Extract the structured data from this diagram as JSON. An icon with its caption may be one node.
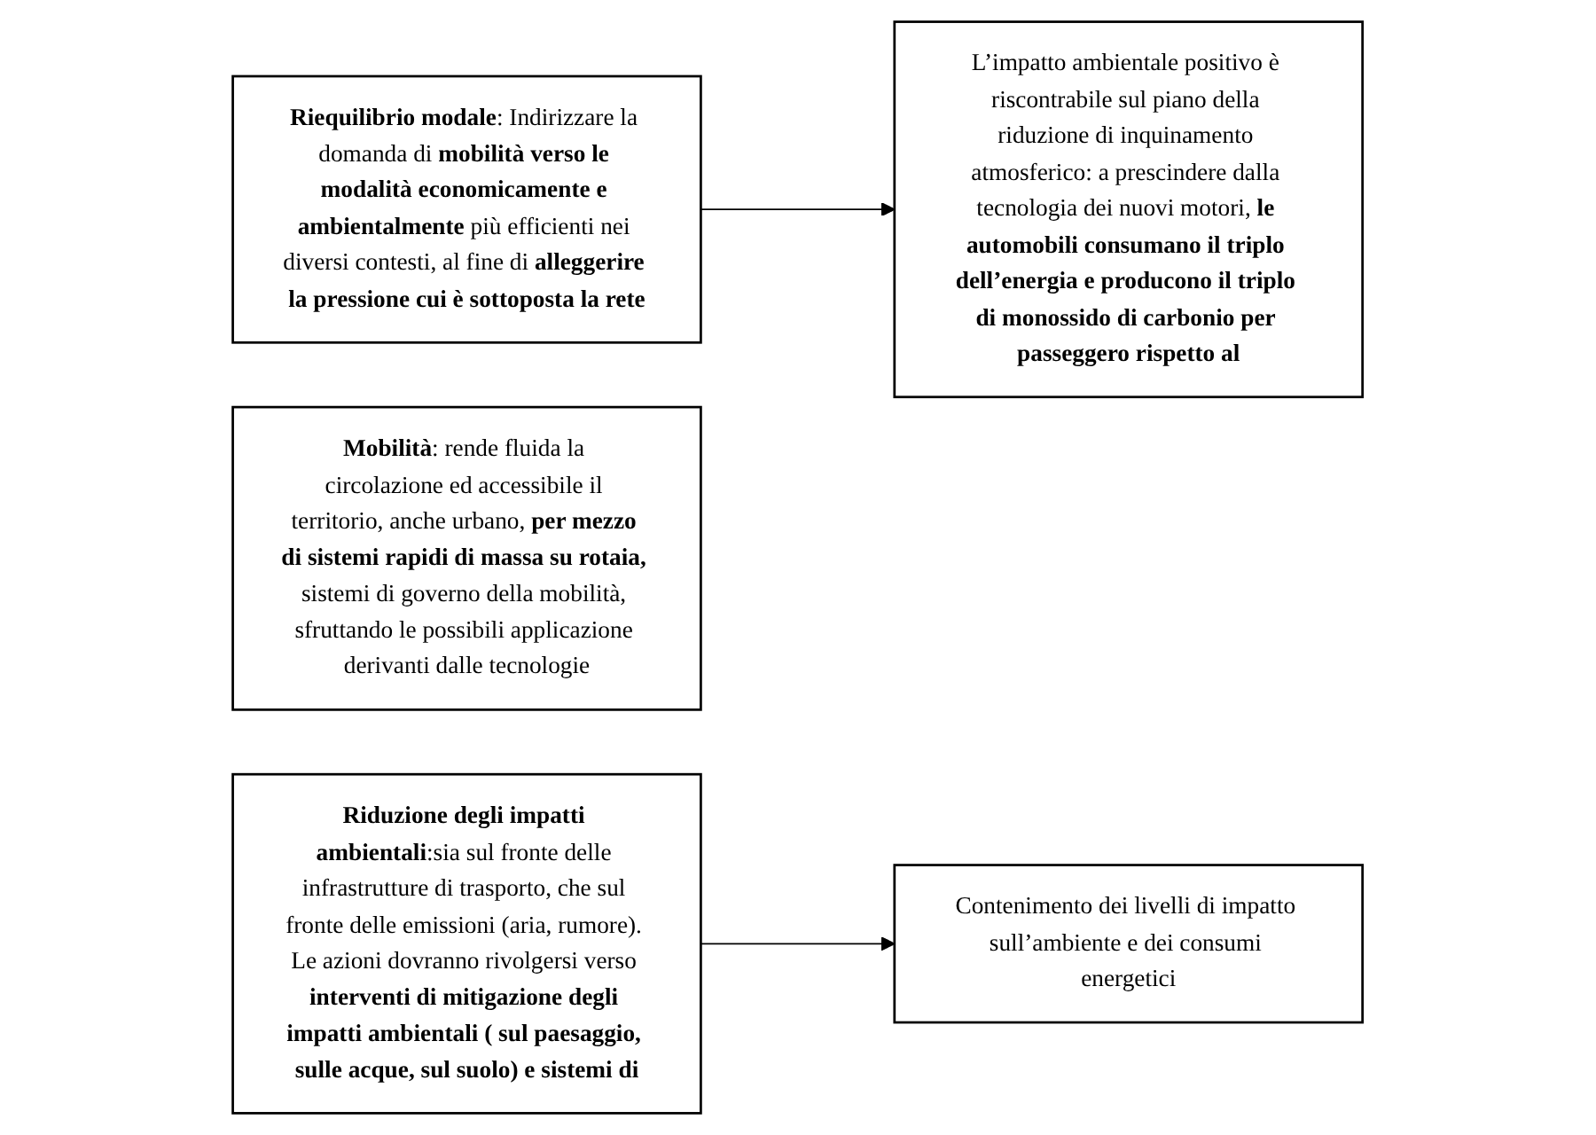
{
  "diagram": {
    "nodes": [
      {
        "text": [
          "**Riequilibrio modale**: Indirizzare la domanda di **mobilità verso le modalità economicamente e ambientalmente** più efficienti nei diversi contesti, al fine di **alleggerire la pressione cui è sottoposta la rete**"
        ]
      },
      {
        "text": [
          "L’impatto ambientale positivo è riscontrabile sul piano della riduzione di inquinamento atmosferico: a prescindere dalla tecnologia dei nuovi motori, **le automobili consumano il triplo dell’energia e producono il triplo di monossido di carbonio per passeggero rispetto al**"
        ]
      },
      {
        "text": [
          "**Mobilità**: rende fluida la circolazione ed accessibile il territorio, anche urbano, **per mezzo di sistemi rapidi di massa su rotaia,** sistemi di governo della mobilità, sfruttando le possibili applicazione derivanti dalle tecnologie"
        ]
      },
      {
        "text": [
          "**Riduzione degli impatti ambientali**:sia sul fronte delle infrastrutture di trasporto, che sul fronte delle emissioni (aria, rumore). Le azioni dovranno rivolgersi verso **interventi di mitigazione degli impatti ambientali ( sul paesaggio, sulle acque, sul suolo) e sistemi di**"
        ]
      },
      {
        "text": [
          "Contenimento dei livelli di impatto sull’ambiente e dei consumi energetici"
        ]
      }
    ],
    "edges": [
      {
        "from": 0,
        "to": 1,
        "arrow": "to"
      },
      {
        "from": 3,
        "to": 4,
        "arrow": "to"
      }
    ]
  }
}
